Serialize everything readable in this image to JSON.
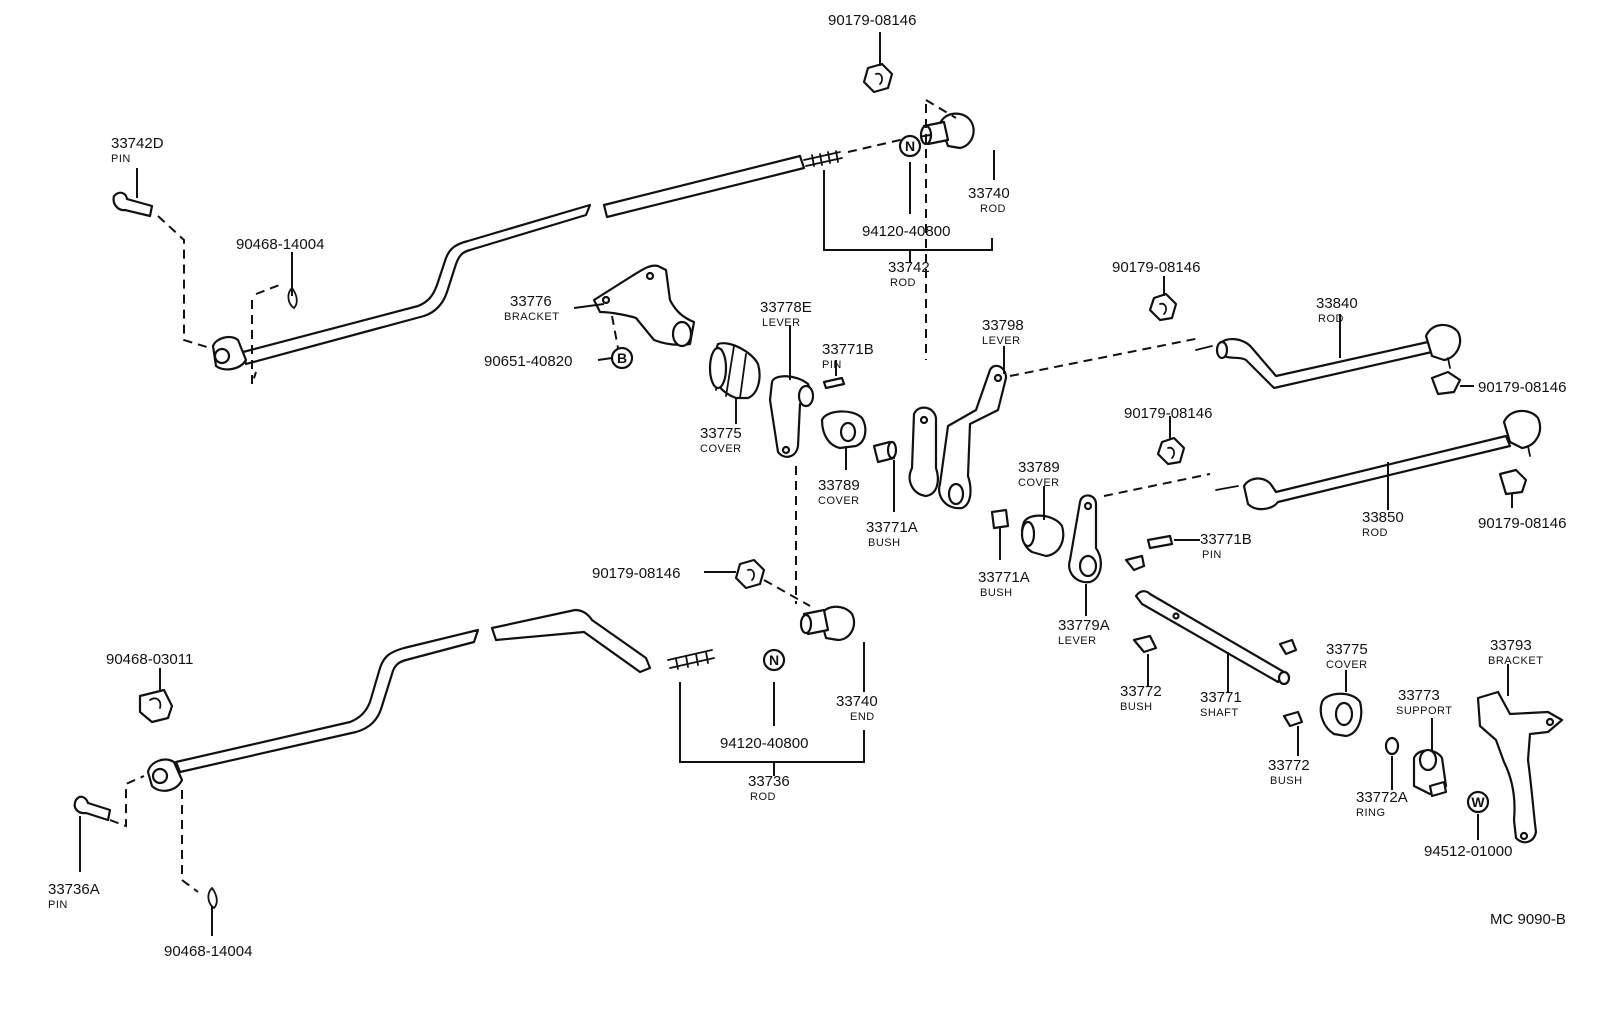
{
  "diagram_code": "MC 9090-B",
  "labels": {
    "p90179_top": {
      "num": "90179-08146"
    },
    "p33742D": {
      "num": "33742D",
      "name": "PIN"
    },
    "p90468_top": {
      "num": "90468-14004"
    },
    "p33740_rod": {
      "num": "33740",
      "name": "ROD"
    },
    "p94120_top": {
      "num": "94120-40800"
    },
    "p33742": {
      "num": "33742",
      "name": "ROD"
    },
    "p33776": {
      "num": "33776",
      "name": "BRACKET"
    },
    "p90651": {
      "num": "90651-40820"
    },
    "p33778E": {
      "num": "33778E",
      "name": "LEVER"
    },
    "p33771B_a": {
      "num": "33771B",
      "name": "PIN"
    },
    "p33775_a": {
      "num": "33775",
      "name": "COVER"
    },
    "p33789_a": {
      "num": "33789",
      "name": "COVER"
    },
    "p33771A_a": {
      "num": "33771A",
      "name": "BUSH"
    },
    "p33798": {
      "num": "33798",
      "name": "LEVER"
    },
    "p90179_r1": {
      "num": "90179-08146"
    },
    "p33840": {
      "num": "33840",
      "name": "ROD"
    },
    "p90179_r2": {
      "num": "90179-08146"
    },
    "p90179_r3": {
      "num": "90179-08146"
    },
    "p33789_b": {
      "num": "33789",
      "name": "COVER"
    },
    "p33850": {
      "num": "33850",
      "name": "ROD"
    },
    "p90179_r4": {
      "num": "90179-08146"
    },
    "p33771B_b": {
      "num": "33771B",
      "name": "PIN"
    },
    "p33771A_b": {
      "num": "33771A",
      "name": "BUSH"
    },
    "p33779A": {
      "num": "33779A",
      "name": "LEVER"
    },
    "p90179_mid": {
      "num": "90179-08146"
    },
    "p90468_03011": {
      "num": "90468-03011"
    },
    "p33740_end": {
      "num": "33740",
      "name": "END"
    },
    "p94120_bot": {
      "num": "94120-40800"
    },
    "p33736": {
      "num": "33736",
      "name": "ROD"
    },
    "p33736A": {
      "num": "33736A",
      "name": "PIN"
    },
    "p90468_bot": {
      "num": "90468-14004"
    },
    "p33772_a": {
      "num": "33772",
      "name": "BUSH"
    },
    "p33771": {
      "num": "33771",
      "name": "SHAFT"
    },
    "p33775_b": {
      "num": "33775",
      "name": "COVER"
    },
    "p33772_b": {
      "num": "33772",
      "name": "BUSH"
    },
    "p33773": {
      "num": "33773",
      "name": "SUPPORT"
    },
    "p33772A": {
      "num": "33772A",
      "name": "RING"
    },
    "p33793": {
      "num": "33793",
      "name": "BRACKET"
    },
    "p94512": {
      "num": "94512-01000"
    }
  },
  "circle_marks": {
    "n_top": "N",
    "n_bot": "N",
    "b_mark": "B",
    "w_mark": "W"
  }
}
